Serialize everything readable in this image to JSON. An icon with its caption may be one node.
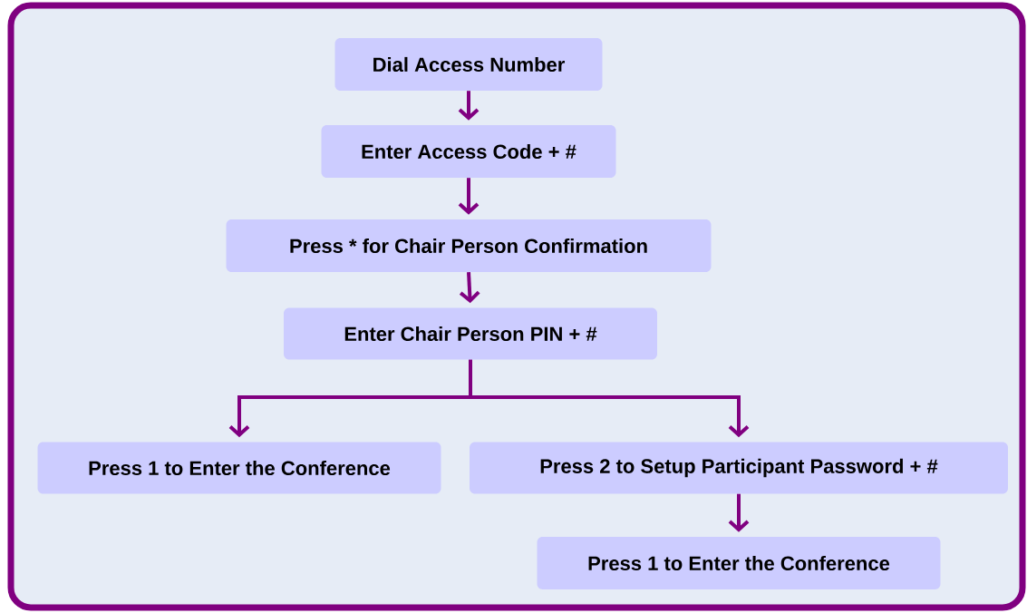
{
  "diagram": {
    "nodes": [
      {
        "text": [
          "Dial Access Number"
        ]
      },
      {
        "text": [
          "Enter Access Code + #"
        ]
      },
      {
        "text": [
          "Press * for Chair Person Confirmation"
        ]
      },
      {
        "text": [
          "Enter Chair Person PIN + #"
        ]
      },
      {
        "text": [
          "Press 1 to Enter the Conference"
        ]
      },
      {
        "text": [
          "Press 2 to Setup Participant Password + #"
        ]
      },
      {
        "text": [
          "Press 1 to Enter the Conference"
        ]
      }
    ],
    "edges": [
      {
        "from": 0,
        "to": 1,
        "arrow": "to"
      },
      {
        "from": 1,
        "to": 2,
        "arrow": "to"
      },
      {
        "from": 2,
        "to": 3,
        "arrow": "to"
      },
      {
        "from": 3,
        "to": 4,
        "arrow": "to"
      },
      {
        "from": 3,
        "to": 5,
        "arrow": "to"
      },
      {
        "from": 5,
        "to": 6,
        "arrow": "to"
      }
    ]
  }
}
